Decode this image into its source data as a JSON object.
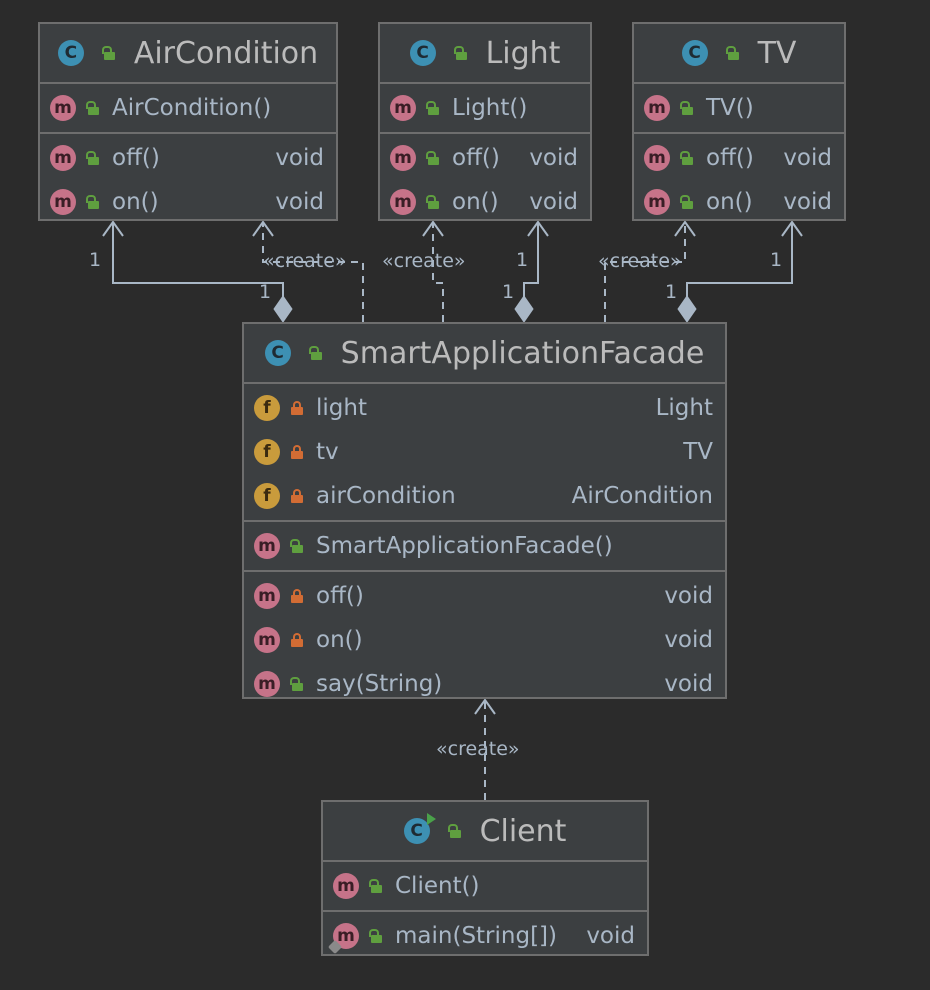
{
  "diagram": {
    "classes": {
      "air_condition": {
        "name": "AirCondition",
        "constructor": {
          "name": "AirCondition()"
        },
        "methods": [
          {
            "name": "off()",
            "type": "void"
          },
          {
            "name": "on()",
            "type": "void"
          }
        ]
      },
      "light": {
        "name": "Light",
        "constructor": {
          "name": "Light()"
        },
        "methods": [
          {
            "name": "off()",
            "type": "void"
          },
          {
            "name": "on()",
            "type": "void"
          }
        ]
      },
      "tv": {
        "name": "TV",
        "constructor": {
          "name": "TV()"
        },
        "methods": [
          {
            "name": "off()",
            "type": "void"
          },
          {
            "name": "on()",
            "type": "void"
          }
        ]
      },
      "facade": {
        "name": "SmartApplicationFacade",
        "fields": [
          {
            "name": "light",
            "type": "Light"
          },
          {
            "name": "tv",
            "type": "TV"
          },
          {
            "name": "airCondition",
            "type": "AirCondition"
          }
        ],
        "constructor": {
          "name": "SmartApplicationFacade()"
        },
        "methods": [
          {
            "name": "off()",
            "type": "void"
          },
          {
            "name": "on()",
            "type": "void"
          },
          {
            "name": "say(String)",
            "type": "void"
          }
        ]
      },
      "client": {
        "name": "Client",
        "constructor": {
          "name": "Client()"
        },
        "methods": [
          {
            "name": "main(String[])",
            "type": "void"
          }
        ]
      }
    },
    "edge_labels": {
      "create": "«create»",
      "one": "1"
    },
    "badges": {
      "class": "C",
      "method": "m",
      "field": "f"
    },
    "icons": [
      "class-icon",
      "method-icon",
      "field-icon",
      "public-visibility-icon",
      "private-visibility-icon"
    ]
  }
}
